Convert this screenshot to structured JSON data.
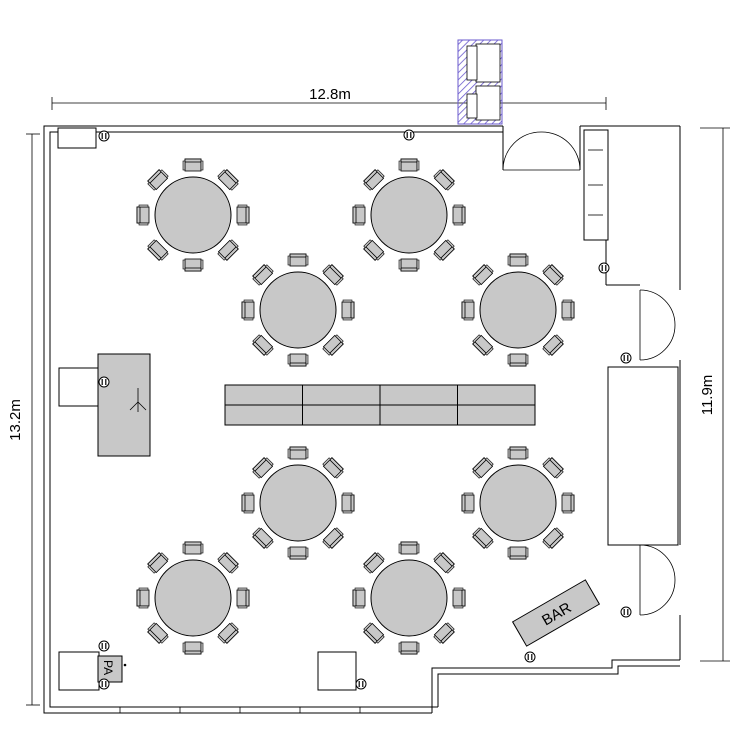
{
  "dimensions": {
    "width_label": "12.8m",
    "height_label": "13.2m",
    "right_label": "11.9m"
  },
  "labels": {
    "bar": "BAR",
    "pa": "PA"
  },
  "colors": {
    "furniture": "#c8c8c8",
    "stroke": "#000000",
    "background": "#ffffff",
    "hatch": "#6a5acd"
  },
  "round_tables": [
    {
      "id": "table-1",
      "chairs": 8
    },
    {
      "id": "table-2",
      "chairs": 8
    },
    {
      "id": "table-3",
      "chairs": 8
    },
    {
      "id": "table-4",
      "chairs": 8
    },
    {
      "id": "table-5",
      "chairs": 8
    },
    {
      "id": "table-6",
      "chairs": 8
    },
    {
      "id": "table-7",
      "chairs": 8
    },
    {
      "id": "table-8",
      "chairs": 8
    }
  ],
  "buffet_table": {
    "columns": 4,
    "rows": 2
  },
  "icons": {
    "outlet": "power-outlet-icon",
    "pa_speaker": "speaker-icon"
  }
}
